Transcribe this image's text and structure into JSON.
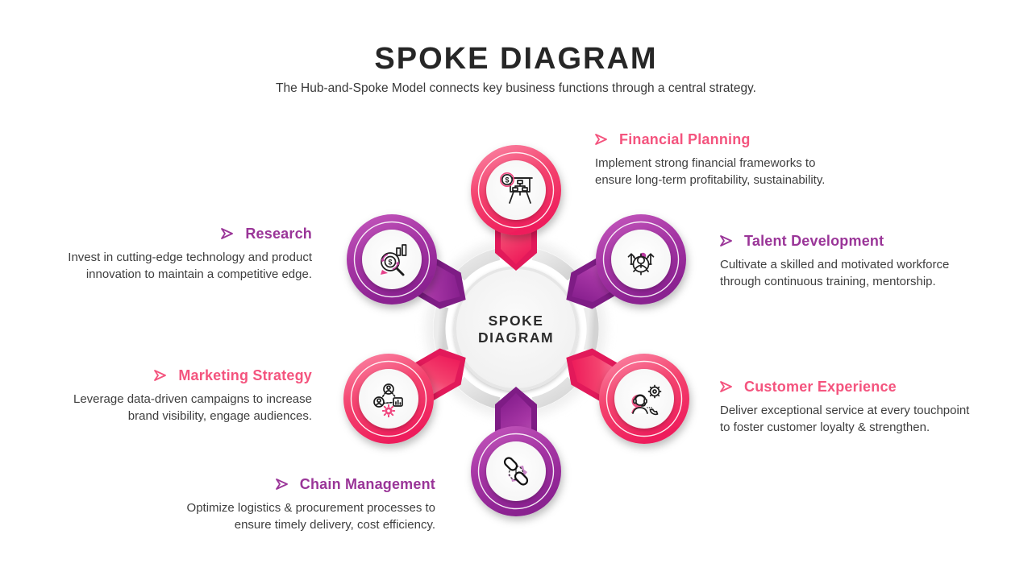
{
  "header": {
    "title": "SPOKE DIAGRAM",
    "subtitle": "The Hub-and-Spoke Model connects key business functions through a central strategy."
  },
  "hub": {
    "line1": "SPOKE",
    "line2": "DIAGRAM"
  },
  "icon_glyphs": {
    "dollar": "$"
  },
  "colors": {
    "pink": "#F4446F",
    "pink_dark": "#EE1F5C",
    "pink_light": "#FB8BA9",
    "purple": "#A535A4",
    "purple_dark": "#8A2190",
    "purple_light": "#C65BBE",
    "heading_pink": "#F4547E",
    "heading_purple": "#9A3598",
    "title_text": "#262626",
    "body_text": "#3E3E3E",
    "ring_gray": "#DCDCDC",
    "hub_fill": "#F1F1F1"
  },
  "spokes": [
    {
      "id": "financial-planning",
      "title": "Financial Planning",
      "color": "pink",
      "icon": "presentation-finance-icon",
      "desc_lines": [
        "Implement strong financial frameworks to",
        "ensure long-term profitability, sustainability."
      ]
    },
    {
      "id": "talent-development",
      "title": "Talent Development",
      "color": "purple",
      "icon": "talent-growth-icon",
      "desc_lines": [
        "Cultivate a skilled and motivated workforce",
        "through continuous training, mentorship."
      ]
    },
    {
      "id": "customer-experience",
      "title": "Customer Experience",
      "color": "pink",
      "icon": "customer-support-icon",
      "desc_lines": [
        "Deliver exceptional service at every touchpoint",
        "to foster customer loyalty & strengthen."
      ]
    },
    {
      "id": "chain-management",
      "title": "Chain Management",
      "color": "purple",
      "icon": "chain-links-icon",
      "desc_lines": [
        "Optimize logistics & procurement processes to",
        "ensure timely delivery, cost efficiency."
      ]
    },
    {
      "id": "marketing-strategy",
      "title": "Marketing Strategy",
      "color": "pink",
      "icon": "network-audience-icon",
      "desc_lines": [
        "Leverage data-driven campaigns to increase",
        "brand visibility, engage audiences."
      ]
    },
    {
      "id": "research",
      "title": "Research",
      "color": "purple",
      "icon": "market-research-icon",
      "desc_lines": [
        "Invest in cutting-edge technology and product",
        "innovation to maintain a competitive edge."
      ]
    }
  ]
}
